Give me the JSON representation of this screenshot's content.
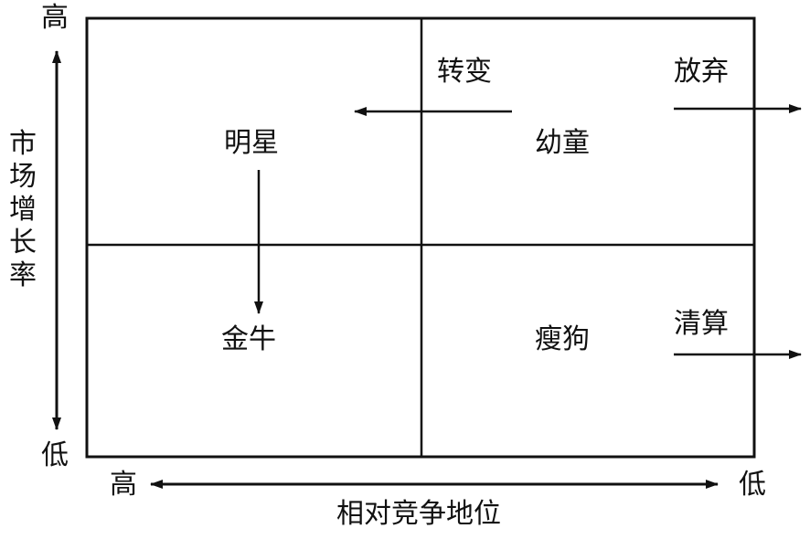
{
  "y_axis": {
    "high": "高",
    "low": "低",
    "label": "市场增长率"
  },
  "x_axis": {
    "high": "高",
    "low": "低",
    "label": "相对竞争地位"
  },
  "quadrants": {
    "top_left": "明星",
    "top_right": "幼童",
    "bottom_left": "金牛",
    "bottom_right": "瘦狗"
  },
  "actions": {
    "transform": "转变",
    "abandon": "放弃",
    "liquidate": "清算"
  }
}
